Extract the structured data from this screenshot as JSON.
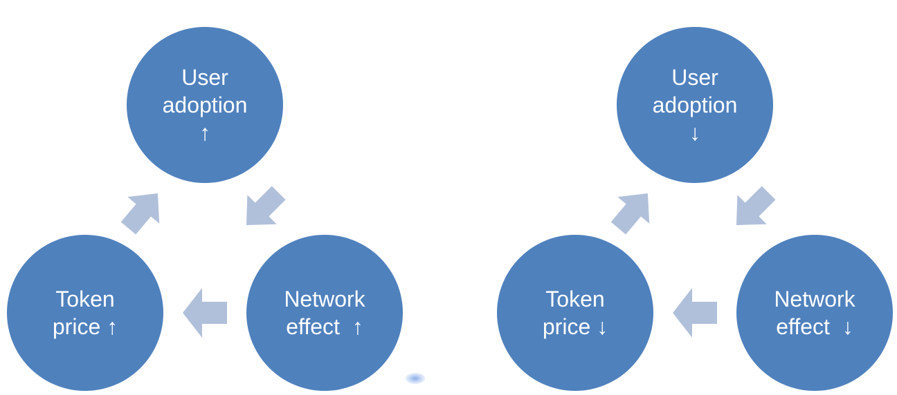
{
  "diagrams": [
    {
      "top": {
        "line1": "User",
        "line2": "adoption",
        "line3": "↑"
      },
      "right": {
        "line1": "Network",
        "line2": "effect  ↑"
      },
      "left": {
        "line1": "Token",
        "line2": "price ↑"
      }
    },
    {
      "top": {
        "line1": "User",
        "line2": "adoption",
        "line3": "↓"
      },
      "right": {
        "line1": "Network",
        "line2": "effect  ↓"
      },
      "left": {
        "line1": "Token",
        "line2": "price ↓"
      }
    }
  ],
  "colors": {
    "node_fill": "#4f81bd",
    "arrow_fill": "#a8b9d6",
    "text": "#ffffff"
  },
  "icons": {
    "cycle_arrow": "block-arrow-icon"
  }
}
